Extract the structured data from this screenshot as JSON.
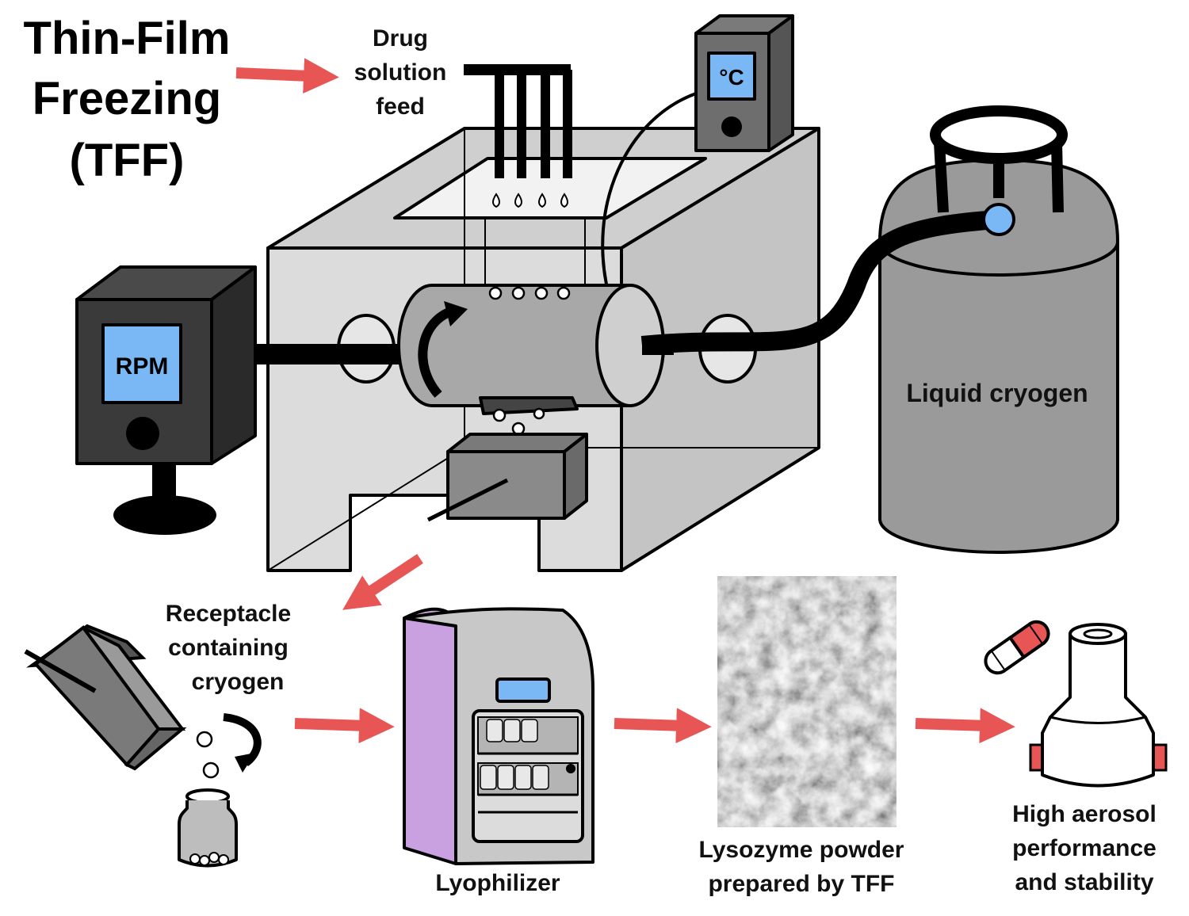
{
  "title_lines": [
    "Thin-Film",
    "Freezing",
    "(TFF)"
  ],
  "labels": {
    "drug_feed": [
      "Drug",
      "solution",
      "feed"
    ],
    "rpm": "RPM",
    "thermo": "°C",
    "cryogen_tank": "Liquid cryogen",
    "receptacle": [
      "Receptacle",
      "containing",
      "cryogen"
    ],
    "lyophilizer": "Lyophilizer",
    "powder": [
      "Lysozyme powder",
      "prepared by TFF"
    ],
    "aerosol": [
      "High aerosol",
      "performance",
      "and stability"
    ]
  },
  "colors": {
    "arrow": "#e85555",
    "screen": "#7ab8f5",
    "chamber": "#d9d9d9",
    "chamber_dark": "#bdbdbd",
    "device_dark": "#3a3a3a",
    "tank": "#9a9a9a",
    "lyophilizer_side": "#c9a0e0",
    "capsule": "#e85555"
  }
}
